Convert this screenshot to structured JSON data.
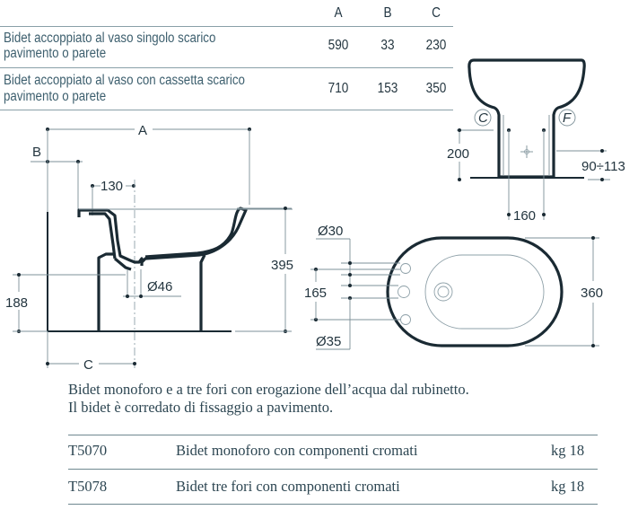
{
  "dimension_table": {
    "columns": [
      "A",
      "B",
      "C"
    ],
    "rows": [
      {
        "label_line1": "Bidet accoppiato al vaso singolo scarico",
        "label_line2": "pavimento o parete",
        "values": [
          "590",
          "33",
          "230"
        ]
      },
      {
        "label_line1": "Bidet accoppiato al vaso con cassetta scarico",
        "label_line2": "pavimento o parete",
        "values": [
          "710",
          "153",
          "350"
        ]
      }
    ]
  },
  "side_view": {
    "label_A": "A",
    "label_B": "B",
    "label_C": "C",
    "dim_130": "130",
    "dim_395": "395",
    "dim_188": "188",
    "dim_diam46": "Ø46"
  },
  "front_view": {
    "label_cold": "C",
    "label_hot": "F",
    "dim_200": "200",
    "dim_90_113": "90÷113",
    "dim_160": "160"
  },
  "top_view": {
    "dim_diam30": "Ø30",
    "dim_165": "165",
    "dim_diam35": "Ø35",
    "dim_360": "360"
  },
  "description": {
    "line1": "Bidet monoforo e a tre fori con erogazione dell’acqua dal rubinetto.",
    "line2": "Il bidet è corredato di fissaggio a pavimento."
  },
  "products": [
    {
      "code": "T5070",
      "name": "Bidet monoforo con componenti cromati",
      "weight": "kg 18"
    },
    {
      "code": "T5078",
      "name": "Bidet tre fori con componenti cromati",
      "weight": "kg 18"
    }
  ]
}
